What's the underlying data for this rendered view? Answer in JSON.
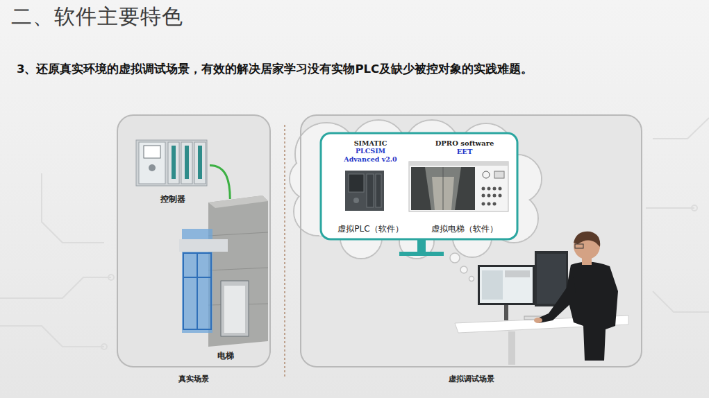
{
  "diagram": {
    "title": "二、软件主要特色",
    "nodes": [
      {
        "text": [
          "真实场景"
        ]
      },
      {
        "text": [
          "控制器"
        ],
        "in": 0
      },
      {
        "text": [
          "电梯"
        ],
        "in": 0
      },
      {
        "text": [
          "虚拟调试场景"
        ]
      },
      {
        "text": [
          "SIMATIC",
          "PLCSIM Advanced v2.0",
          "虚拟PLC（软件）"
        ],
        "in": 3
      },
      {
        "text": [
          "DPRO software",
          "EET",
          "虚拟电梯（软件）"
        ],
        "in": 3
      }
    ],
    "edges": [
      {
        "from": 1,
        "to": 2,
        "arrow": "none"
      }
    ],
    "labels": [
      "3、还原真实环境的虚拟调试场景，有效的解决居家学习没有实物PLC及缺少被控对象的实践难题。"
    ]
  }
}
